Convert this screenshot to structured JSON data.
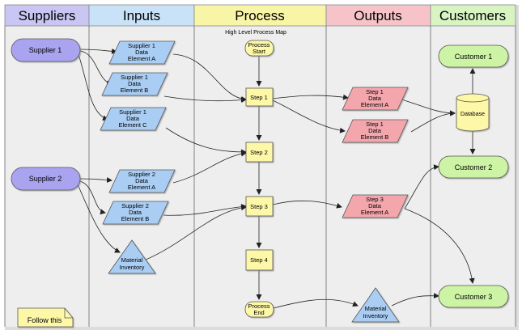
{
  "headers": {
    "suppliers": "Suppliers",
    "inputs": "Inputs",
    "process": "Process",
    "outputs": "Outputs",
    "customers": "Customers"
  },
  "map_title": "High Level Process Map",
  "suppliers": {
    "s1": "Supplier 1",
    "s2": "Supplier 2"
  },
  "inputs": {
    "s1_a": [
      "Supplier 1",
      "Data",
      "Element A"
    ],
    "s1_b": [
      "Supplier 1",
      "Data",
      "Element B"
    ],
    "s1_c": [
      "Supplier 1",
      "Data",
      "Element C"
    ],
    "s2_a": [
      "Supplier 2",
      "Data",
      "Element A"
    ],
    "s2_b": [
      "Supplier 2",
      "Data",
      "Element B"
    ],
    "material": [
      "Material",
      "Inventory"
    ]
  },
  "process": {
    "start": [
      "Process",
      "Start"
    ],
    "step1": "Step 1",
    "step2": "Step 2",
    "step3": "Step 3",
    "step4": "Step 4",
    "end": [
      "Process",
      "End"
    ]
  },
  "outputs": {
    "s1_a": [
      "Step 1",
      "Data",
      "Element A"
    ],
    "s1_b": [
      "Step 1",
      "Data",
      "Element B"
    ],
    "s3_a": [
      "Step 3",
      "Data",
      "Element A"
    ],
    "material": [
      "Material",
      "Inventory"
    ]
  },
  "customers": {
    "c1": "Customer 1",
    "c2": "Customer 2",
    "c3": "Customer 3",
    "database": "Database"
  },
  "note": "Follow this",
  "colors": {
    "supplier_fill": "#a9a3f0",
    "input_fill": "#a9cdf3",
    "process_fill": "#fdf7a8",
    "output_fill": "#f4a6ad",
    "customer_fill": "#cdf3a5",
    "hdr_suppliers": "#c9c6f3",
    "hdr_inputs": "#c9e2f8",
    "hdr_process": "#f9f5a6",
    "hdr_outputs": "#f6c4c8",
    "hdr_customers": "#d9f4c3"
  }
}
